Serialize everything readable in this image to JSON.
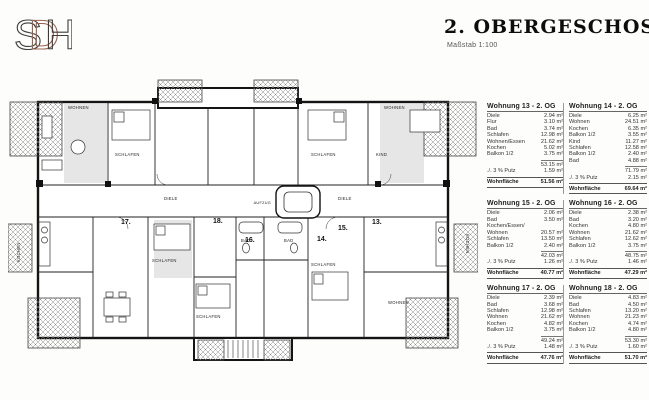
{
  "logo": {
    "s": "S",
    "d": "D",
    "h": "H",
    "accent_color": "#9a6150",
    "line_color": "#3c3c3c"
  },
  "header": {
    "title": "2. OBERGESCHOSS",
    "subtitle": "Maßstab 1:100"
  },
  "plan": {
    "labels": {
      "wohnen_tl": "WOHNEN",
      "schlafen_tl": "SCHLAFEN",
      "schlafen_tr": "SCHLAFEN",
      "kind": "KIND",
      "wohnen_tr": "WOHNEN",
      "kochen_l": "KOCHEN",
      "kochen_r": "KOCHEN",
      "diele_l": "DIELE",
      "diele_r": "DIELE",
      "bad_l": "BAD",
      "bad_r": "BAD",
      "schlafen_bl": "SCHLAFEN",
      "schlafen_bm": "SCHLAFEN",
      "schlafen_br": "SCHLAFEN",
      "wohnen_br": "WOHNEN",
      "aufzug": "AUFZUG"
    },
    "numbers": {
      "n13": "13.",
      "n14": "14.",
      "n15": "15.",
      "n16": "16.",
      "n17": "17.",
      "n18": "18."
    }
  },
  "apartments": [
    {
      "title": "Wohnung 13 - 2. OG",
      "rows": [
        {
          "label": "Diele",
          "value": "2.94 m²"
        },
        {
          "label": "Flur",
          "value": "3.10 m²"
        },
        {
          "label": "Bad",
          "value": "3.74 m²"
        },
        {
          "label": "Schlafen",
          "value": "12.98 m²"
        },
        {
          "label": "Wohnen/Essen",
          "value": "21.62 m²"
        },
        {
          "label": "Kochen",
          "value": "5.02 m²"
        },
        {
          "label": "Balkon 1/2",
          "value": "3.75 m²"
        }
      ],
      "sum": "53.15 m²",
      "putz_label": "./. 3 % Putz",
      "putz": "1.59 m²",
      "area_label": "Wohnfläche",
      "area": "51.56 m²"
    },
    {
      "title": "Wohnung 14 - 2. OG",
      "rows": [
        {
          "label": "Diele",
          "value": "6.25 m²"
        },
        {
          "label": "Wohnen",
          "value": "24.51 m²"
        },
        {
          "label": "Kochen",
          "value": "6.35 m²"
        },
        {
          "label": "Balkon 1/2",
          "value": "3.55 m²"
        },
        {
          "label": "Kind",
          "value": "11.27 m²"
        },
        {
          "label": "Schlafen",
          "value": "12.58 m²"
        },
        {
          "label": "Balkon 1/2",
          "value": "2.40 m²"
        },
        {
          "label": "Bad",
          "value": "4.88 m²"
        }
      ],
      "sum": "71.79 m²",
      "putz_label": "./. 3 % Putz",
      "putz": "2.15 m²",
      "area_label": "Wohnfläche",
      "area": "69.64 m²"
    },
    {
      "title": "Wohnung 15 - 2. OG",
      "rows": [
        {
          "label": "Diele",
          "value": "2.06 m²"
        },
        {
          "label": "Bad",
          "value": "3.50 m²"
        },
        {
          "label": "Kochen/Essen/",
          "value": ""
        },
        {
          "label": "Wohnen",
          "value": "20.57 m²"
        },
        {
          "label": "Schlafen",
          "value": "13.50 m²"
        },
        {
          "label": "Balkon 1/2",
          "value": "2.40 m²"
        }
      ],
      "sum": "42.03 m²",
      "putz_label": "./. 3 % Putz",
      "putz": "1.26 m²",
      "area_label": "Wohnfläche",
      "area": "40.77 m²"
    },
    {
      "title": "Wohnung 16 - 2. OG",
      "rows": [
        {
          "label": "Diele",
          "value": "2.38 m²"
        },
        {
          "label": "Bad",
          "value": "3.20 m²"
        },
        {
          "label": "Kochen",
          "value": "4.80 m²"
        },
        {
          "label": "Wohnen",
          "value": "21.62 m²"
        },
        {
          "label": "Schlafen",
          "value": "12.62 m²"
        },
        {
          "label": "Balkon 1/2",
          "value": "3.75 m²"
        }
      ],
      "sum": "48.75 m²",
      "putz_label": "./. 3 % Putz",
      "putz": "1.46 m²",
      "area_label": "Wohnfläche",
      "area": "47.29 m²"
    },
    {
      "title": "Wohnung 17 - 2. OG",
      "rows": [
        {
          "label": "Diele",
          "value": "2.39 m²"
        },
        {
          "label": "Bad",
          "value": "3.68 m²"
        },
        {
          "label": "Schlafen",
          "value": "12.98 m²"
        },
        {
          "label": "Wohnen",
          "value": "21.62 m²"
        },
        {
          "label": "Kochen",
          "value": "4.82 m²"
        },
        {
          "label": "Balkon 1/2",
          "value": "3.75 m²"
        }
      ],
      "sum": "49.24 m²",
      "putz_label": "./. 3 % Putz",
      "putz": "1.48 m²",
      "area_label": "Wohnfläche",
      "area": "47.76 m²"
    },
    {
      "title": "Wohnung 18 - 2. OG",
      "rows": [
        {
          "label": "Diele",
          "value": "4.83 m²"
        },
        {
          "label": "Bad",
          "value": "4.50 m²"
        },
        {
          "label": "Schlafen",
          "value": "13.20 m²"
        },
        {
          "label": "Wohnen",
          "value": "21.23 m²"
        },
        {
          "label": "Kochen",
          "value": "4.74 m²"
        },
        {
          "label": "Balkon 1/2",
          "value": "4.80 m²"
        }
      ],
      "sum": "53.30 m²",
      "putz_label": "./. 3 % Putz",
      "putz": "1.60 m²",
      "area_label": "Wohnfläche",
      "area": "51.70 m²"
    }
  ]
}
